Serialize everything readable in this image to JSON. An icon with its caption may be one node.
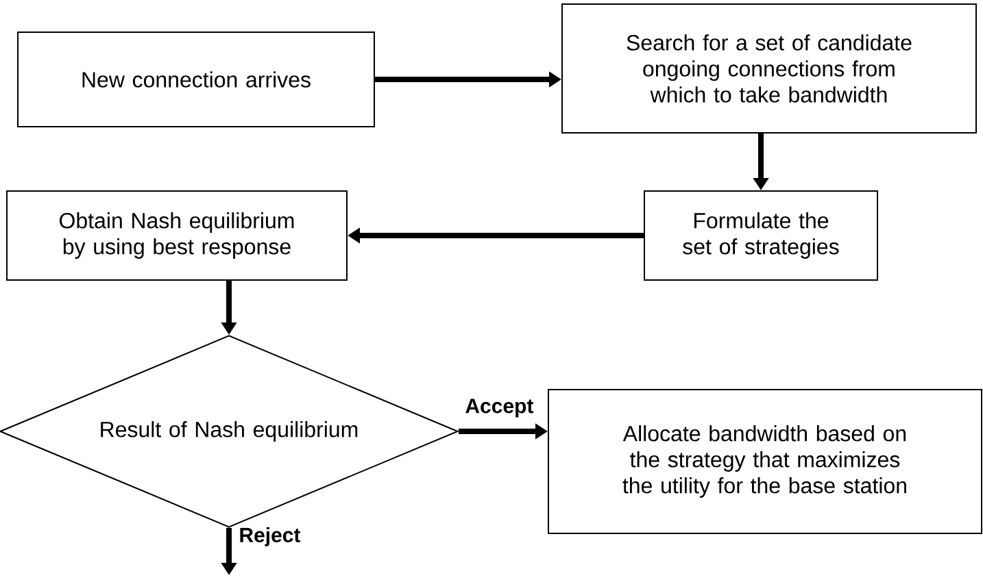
{
  "diagram": {
    "nodes": [
      {
        "text": [
          "New connection arrives"
        ]
      },
      {
        "text": [
          "Search for a set of candidate ongoing connections from which to take bandwidth"
        ]
      },
      {
        "text": [
          "Formulate the set of strategies"
        ]
      },
      {
        "text": [
          "Obtain Nash equilibrium by using best response"
        ]
      },
      {
        "text": [
          "Result of Nash equilibrium"
        ]
      },
      {
        "text": [
          "Allocate bandwidth based on the strategy that maximizes the utility for the base station"
        ]
      }
    ],
    "edges": [
      {
        "from": 0,
        "to": 1,
        "arrow": "to"
      },
      {
        "from": 1,
        "to": 2,
        "arrow": "to"
      },
      {
        "from": 2,
        "to": 3,
        "arrow": "to"
      },
      {
        "from": 3,
        "to": 4,
        "arrow": "to"
      },
      {
        "from": 4,
        "to": 5,
        "arrow": "to",
        "label": "Accept"
      },
      {
        "from": 4,
        "to": null,
        "arrow": "to",
        "label": "Reject"
      }
    ]
  }
}
